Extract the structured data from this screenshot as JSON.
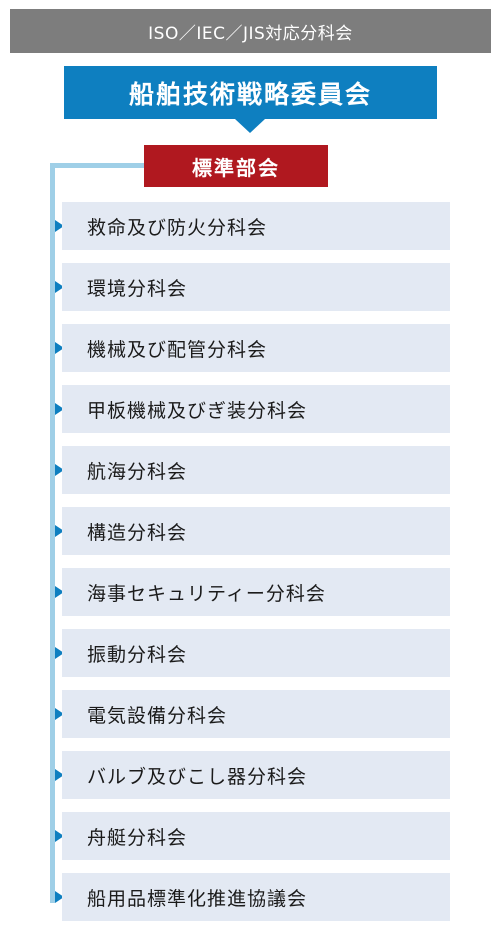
{
  "header": {
    "category": "ISO／IEC／JIS対応分科会",
    "committee": "船舶技術戦略委員会",
    "subcommittee": "標準部会"
  },
  "items": [
    {
      "label": "救命及び防火分科会"
    },
    {
      "label": "環境分科会"
    },
    {
      "label": "機械及び配管分科会"
    },
    {
      "label": "甲板機械及びぎ装分科会"
    },
    {
      "label": "航海分科会"
    },
    {
      "label": "構造分科会"
    },
    {
      "label": "海事セキュリティー分科会"
    },
    {
      "label": "振動分科会"
    },
    {
      "label": "電気設備分科会"
    },
    {
      "label": "バルブ及びこし器分科会"
    },
    {
      "label": "舟艇分科会"
    },
    {
      "label": "船用品標準化推進協議会"
    }
  ],
  "colors": {
    "banner": "#7d7d7d",
    "committee": "#0e7fc0",
    "subcommittee": "#b0181f",
    "connector": "#9fcfe7",
    "item_bg": "#e3e9f3"
  }
}
